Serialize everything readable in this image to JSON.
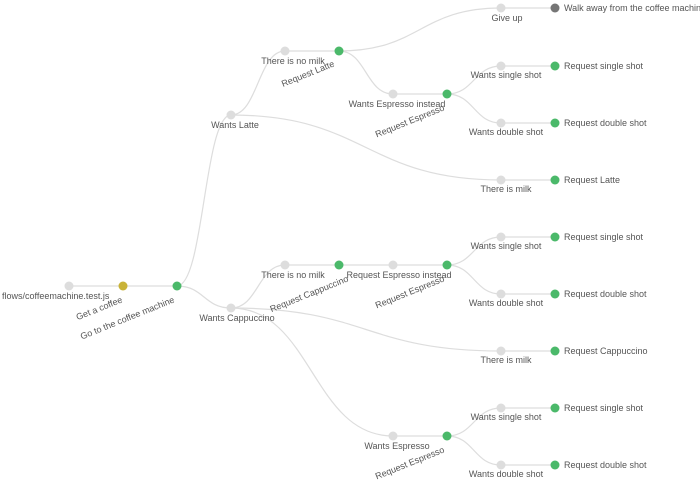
{
  "colors": {
    "link": "#dddddd",
    "label": "#555555",
    "step": "#dddddd",
    "start": "#c9b338",
    "action": "#4bb96a",
    "giveup": "#767676"
  },
  "tree": {
    "id": "root",
    "label": "flows/coffeemachine.test.js",
    "kind": "step",
    "children": [
      {
        "id": "n1",
        "label": "Get a coffee",
        "kind": "start",
        "children": [
          {
            "id": "n2",
            "label": "Go to the coffee machine",
            "kind": "action",
            "children": [
              {
                "id": "latte",
                "label": "Wants Latte",
                "kind": "step",
                "children": [
                  {
                    "id": "latte_nomilk",
                    "label": "There is no milk",
                    "kind": "step",
                    "children": [
                      {
                        "id": "latte_nomilk_req",
                        "label": "Request Latte",
                        "kind": "action",
                        "children": [
                          {
                            "id": "latte_giveup",
                            "label": "Give up",
                            "kind": "step",
                            "children": [
                              {
                                "id": "latte_walk",
                                "label": "Walk away from the coffee machine",
                                "kind": "giveup"
                              }
                            ]
                          },
                          {
                            "id": "latte_espinst",
                            "label": "Wants Espresso instead",
                            "kind": "step",
                            "children": [
                              {
                                "id": "latte_espinst_req",
                                "label": "Request Espresso",
                                "kind": "action",
                                "children": [
                                  {
                                    "id": "l_ss",
                                    "label": "Wants single shot",
                                    "kind": "step",
                                    "children": [
                                      {
                                        "id": "l_ss_r",
                                        "label": "Request single shot",
                                        "kind": "action"
                                      }
                                    ]
                                  },
                                  {
                                    "id": "l_ds",
                                    "label": "Wants double shot",
                                    "kind": "step",
                                    "children": [
                                      {
                                        "id": "l_ds_r",
                                        "label": "Request double shot",
                                        "kind": "action"
                                      }
                                    ]
                                  }
                                ]
                              }
                            ]
                          }
                        ]
                      }
                    ]
                  },
                  {
                    "id": "latte_milk",
                    "label": "There is milk",
                    "kind": "step",
                    "children": [
                      {
                        "id": "latte_milk_r",
                        "label": "Request Latte",
                        "kind": "action"
                      }
                    ]
                  }
                ]
              },
              {
                "id": "capp",
                "label": "Wants Cappuccino",
                "kind": "step",
                "children": [
                  {
                    "id": "capp_nomilk",
                    "label": "There is no milk",
                    "kind": "step",
                    "children": [
                      {
                        "id": "capp_nomilk_req",
                        "label": "Request Cappuccino",
                        "kind": "action",
                        "children": [
                          {
                            "id": "capp_espinst",
                            "label": "Request Espresso instead",
                            "kind": "step",
                            "children": [
                              {
                                "id": "capp_espinst_req",
                                "label": "Request Espresso",
                                "kind": "action",
                                "children": [
                                  {
                                    "id": "c_ss",
                                    "label": "Wants single shot",
                                    "kind": "step",
                                    "children": [
                                      {
                                        "id": "c_ss_r",
                                        "label": "Request single shot",
                                        "kind": "action"
                                      }
                                    ]
                                  },
                                  {
                                    "id": "c_ds",
                                    "label": "Wants double shot",
                                    "kind": "step",
                                    "children": [
                                      {
                                        "id": "c_ds_r",
                                        "label": "Request double shot",
                                        "kind": "action"
                                      }
                                    ]
                                  }
                                ]
                              }
                            ]
                          }
                        ]
                      }
                    ]
                  },
                  {
                    "id": "capp_milk",
                    "label": "There is milk",
                    "kind": "step",
                    "children": [
                      {
                        "id": "capp_milk_r",
                        "label": "Request Cappuccino",
                        "kind": "action"
                      }
                    ]
                  },
                  {
                    "id": "esp",
                    "label": "Wants Espresso",
                    "kind": "step",
                    "children": [
                      {
                        "id": "esp_req",
                        "label": "Request Espresso",
                        "kind": "action",
                        "children": [
                          {
                            "id": "e_ss",
                            "label": "Wants single shot",
                            "kind": "step",
                            "children": [
                              {
                                "id": "e_ss_r",
                                "label": "Request single shot",
                                "kind": "action"
                              }
                            ]
                          },
                          {
                            "id": "e_ds",
                            "label": "Wants double shot",
                            "kind": "step",
                            "children": [
                              {
                                "id": "e_ds_r",
                                "label": "Request double shot",
                                "kind": "action"
                              }
                            ]
                          }
                        ]
                      }
                    ]
                  }
                ]
              }
            ]
          }
        ]
      }
    ]
  }
}
